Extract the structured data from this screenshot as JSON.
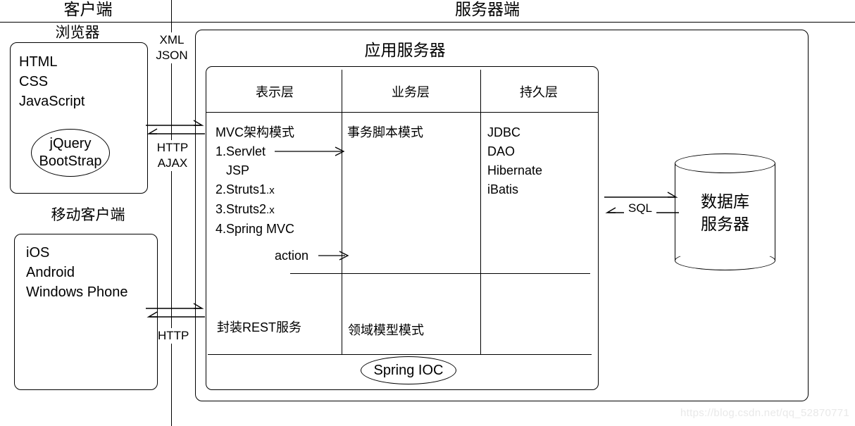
{
  "diagram": {
    "title_client": "客户端",
    "title_server": "服务器端",
    "watermark": "https://blog.csdn.net/qq_52870771"
  },
  "client": {
    "browser": {
      "label": "浏览器",
      "items": [
        "HTML",
        "CSS",
        "JavaScript"
      ],
      "ellipse_lines": [
        "jQuery",
        "BootStrap"
      ]
    },
    "mobile": {
      "label": "移动客户端",
      "items": [
        "iOS",
        "Android",
        "Windows Phone"
      ]
    }
  },
  "connectors": {
    "xml_json": [
      "XML",
      "JSON"
    ],
    "http_ajax": [
      "HTTP",
      "AJAX"
    ],
    "http": [
      "HTTP"
    ],
    "sql": "SQL"
  },
  "server": {
    "app_server_title": "应用服务器",
    "layers": [
      {
        "head": "表示层",
        "top_lines": [
          {
            "text": "MVC架构模式",
            "sub": ""
          },
          {
            "text": "1.Servlet",
            "sub": ""
          },
          {
            "text": "   JSP",
            "sub": ""
          },
          {
            "text": "2.Struts1",
            "sub": ".x"
          },
          {
            "text": "3.Struts2",
            "sub": ".x"
          },
          {
            "text": "4.Spring MVC",
            "sub": ""
          }
        ],
        "action_label": "action",
        "bottom_line": "封装REST服务"
      },
      {
        "head": "业务层",
        "top_lines": [
          {
            "text": "事务脚本模式",
            "sub": ""
          }
        ],
        "action_label": "",
        "bottom_line": "领域模型模式"
      },
      {
        "head": "持久层",
        "top_lines": [
          {
            "text": "JDBC",
            "sub": ""
          },
          {
            "text": "DAO",
            "sub": ""
          },
          {
            "text": "Hibernate",
            "sub": ""
          },
          {
            "text": "iBatis",
            "sub": ""
          }
        ],
        "action_label": "",
        "bottom_line": ""
      }
    ],
    "ioc_label": "Spring IOC",
    "database": {
      "caption_lines": [
        "数据库",
        "服务器"
      ]
    }
  }
}
